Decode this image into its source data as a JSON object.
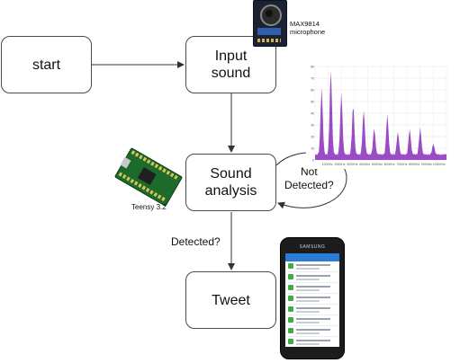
{
  "nodes": {
    "start": "start",
    "input_sound": "Input\nsound",
    "sound_analysis": "Sound\nanalysis",
    "tweet": "Tweet"
  },
  "edges": {
    "not_detected": "Not\nDetected?",
    "detected": "Detected?"
  },
  "images": {
    "microphone_label": "MAX9814\nmicrophone",
    "teensy_label": "Teensy 3.2",
    "phone_brand": "SAMSUNG"
  },
  "spectrum": {
    "y_ticks": [
      "80",
      "70",
      "60",
      "50",
      "40",
      "30",
      "20",
      "10",
      "0"
    ],
    "x_ticks": [
      "1000Hz",
      "2000Hz",
      "3000Hz",
      "4000Hz",
      "5000Hz",
      "6000Hz",
      "7000Hz",
      "8000Hz",
      "9000Hz",
      "10000Hz"
    ],
    "bar_color": "#9a4cc4"
  },
  "colors": {
    "border": "#4a4a4a",
    "arrow": "#333333"
  }
}
